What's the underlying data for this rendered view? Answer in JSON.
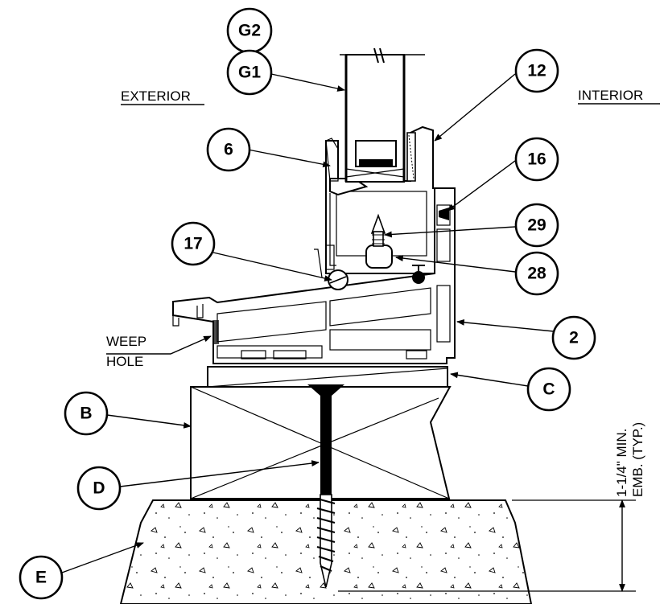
{
  "labels": {
    "exterior": "EXTERIOR",
    "interior": "INTERIOR",
    "weep_line1": "WEEP",
    "weep_line2": "HOLE",
    "dimension_line1": "1-1/4\" MIN.",
    "dimension_line2": "EMB. (TYP.)"
  },
  "callouts": {
    "g2": "G2",
    "g1": "G1",
    "c12": "12",
    "c6": "6",
    "c16": "16",
    "c29": "29",
    "c17": "17",
    "c28": "28",
    "c2": "2",
    "cC": "C",
    "cB": "B",
    "cD": "D",
    "cE": "E"
  }
}
